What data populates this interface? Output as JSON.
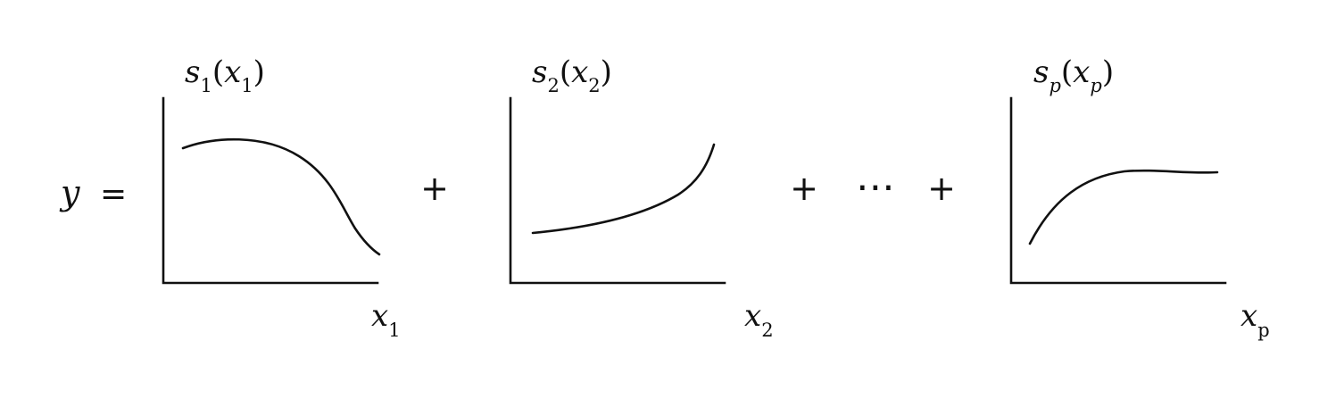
{
  "equation": {
    "lhs": "y",
    "equals": "=",
    "ops": [
      "+",
      "+",
      "⋯",
      "+"
    ]
  },
  "panels": [
    {
      "func": "s",
      "func_sub": "1",
      "arg": "x",
      "arg_sub": "1",
      "xlabel": "x",
      "xlabel_sub": "1",
      "shape": "rise-then-fall"
    },
    {
      "func": "s",
      "func_sub": "2",
      "arg": "x",
      "arg_sub": "2",
      "xlabel": "x",
      "xlabel_sub": "2",
      "shape": "increasing-convex"
    },
    {
      "func": "s",
      "func_sub": "p",
      "arg": "x",
      "arg_sub": "p",
      "xlabel": "x",
      "xlabel_sub": "p",
      "shape": "increasing-saturating"
    }
  ],
  "colors": {
    "ink": "#111111",
    "background": "#ffffff"
  }
}
